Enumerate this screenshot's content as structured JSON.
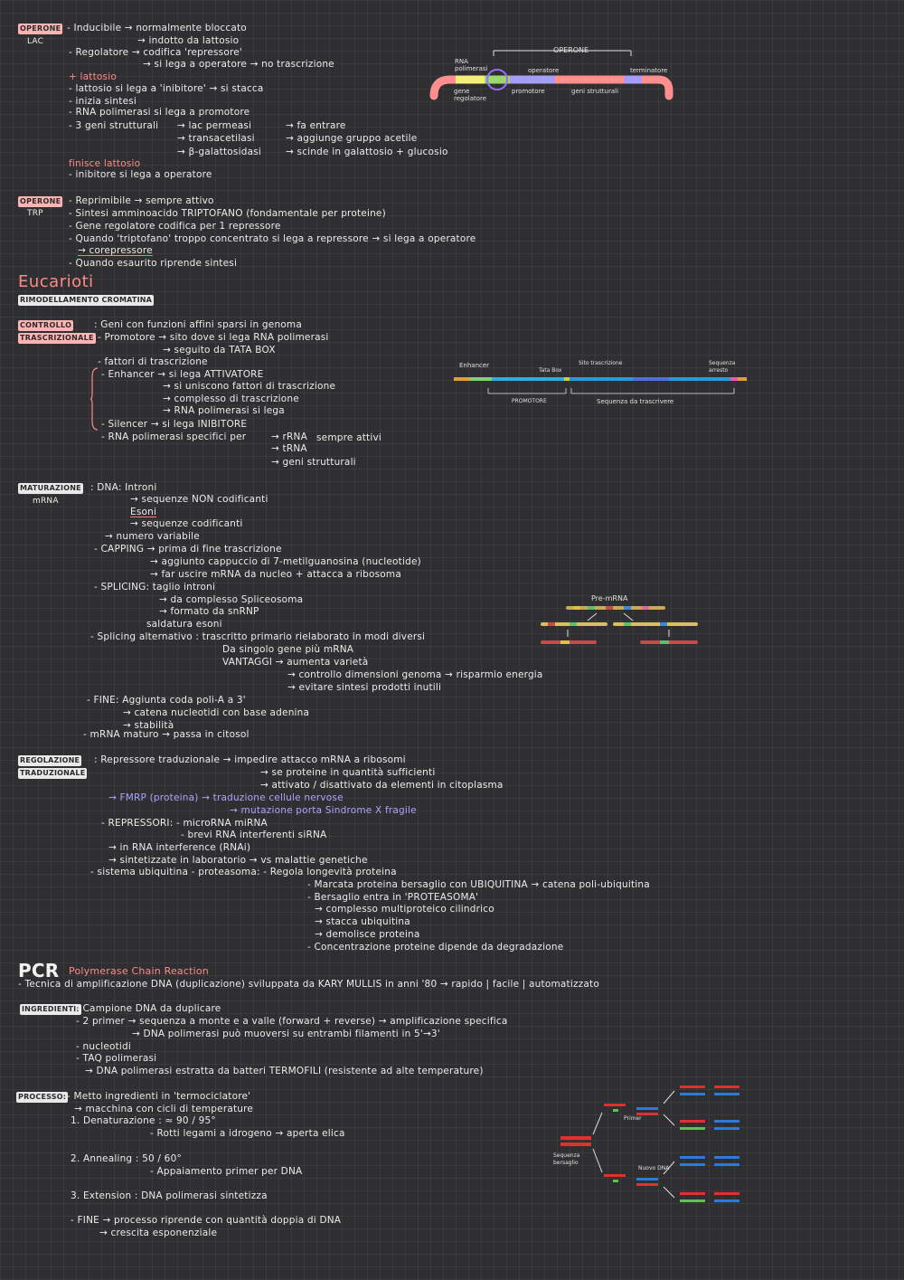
{
  "operone_lac": {
    "title": "OPERONE",
    "subtitle": "LAC",
    "l1": "- Inducibile → normalmente bloccato",
    "l2": "→ indotto da lattosio",
    "l3": "- Regolatore → codifica 'repressore'",
    "l4": "→ si lega a operatore → no trascrizione",
    "l5": "+ lattosio",
    "l6": "- lattosio si lega a 'inibitore' → si stacca",
    "l7": "- inizia sintesi",
    "l8": "- RNA polimerasi si lega a promotore",
    "l9": "- 3 geni strutturali",
    "g1": "→ lac permeasi",
    "g1b": "→ fa entrare",
    "g2": "→ transacetilasi",
    "g2b": "→ aggiunge gruppo acetile",
    "g3": "→ β-galattosidasi",
    "g3b": "→ scinde in galattosio + glucosio",
    "l10": "finisce lattosio",
    "l11": "- inibitore si lega a operatore"
  },
  "operone_diagram": {
    "title": "OPERONE",
    "rna_pol": "RNA polimerasi",
    "operatore": "operatore",
    "terminatore": "terminatore",
    "gene_reg": "gene regolatore",
    "promotore": "promotore",
    "geni_strutt": "geni strutturali"
  },
  "operone_trp": {
    "title": "OPERONE",
    "subtitle": "TRP",
    "l1": "- Reprimibile → sempre attivo",
    "l2": "- Sintesi amminoacido TRIPTOFANO (fondamentale per proteine)",
    "l3": "- Gene regolatore codifica per 1 repressore",
    "l4": "- Quando 'triptofano' troppo concentrato si lega a repressore → si lega a operatore",
    "l5": "→ corepressore",
    "l6": "- Quando esaurito riprende sintesi"
  },
  "eucarioti": {
    "title": "Eucarioti",
    "rimodellamento": "RIMODELLAMENTO CROMATINA"
  },
  "controllo": {
    "title": "CONTROLLO",
    "subtitle": "TRASCRIZIONALE",
    "l1": ": Geni con funzioni affini sparsi in genoma",
    "l2": "- Promotore → sito dove si lega RNA polimerasi",
    "l3": "→ seguito da TATA BOX",
    "l4": "- fattori di trascrizione",
    "l5": "- Enhancer → si lega ATTIVATORE",
    "l6": "→ si uniscono fattori di trascrizione",
    "l7": "→ complesso di trascrizione",
    "l8": "→ RNA polimerasi si lega",
    "l9": "- Silencer → si lega INIBITORE",
    "l10": "- RNA polimerasi specifici per",
    "r1": "→ rRNA",
    "r2": "→ tRNA",
    "r3": "→ geni strutturali",
    "sempre": "sempre attivi"
  },
  "controllo_diagram": {
    "enhancer": "Enhancer",
    "tata": "Tata Box",
    "sito": "Sito trascrizione",
    "arresto": "Sequenza arresto",
    "promotore": "PROMOTORE",
    "sequenza": "Sequenza da trascrivere"
  },
  "maturazione": {
    "title": "MATURAZIONE",
    "subtitle": "mRNA",
    "l1": ": DNA: Introni",
    "l2": "→ sequenze NON codificanti",
    "l3": "Esoni",
    "l4": "→ sequenze codificanti",
    "l5": "→ numero variabile",
    "l6": "- CAPPING → prima di fine trascrizione",
    "l7": "→ aggiunto cappuccio di 7-metilguanosina (nucleotide)",
    "l8": "→ far uscire mRNA da nucleo + attacca a ribosoma",
    "l9": "- SPLICING: taglio introni",
    "l10": "→ da complesso Spliceosoma",
    "l11": "→ formato da snRNP",
    "l12": "saldatura esoni",
    "l13": "- Splicing alternativo : trascritto primario rielaborato in modi diversi",
    "l14": "Da singolo gene più mRNA",
    "l15": "VANTAGGI → aumenta varietà",
    "l16": "→ controllo dimensioni genoma → risparmio energia",
    "l17": "→ evitare sintesi prodotti inutili",
    "l18": "- FINE: Aggiunta coda poli-A a 3'",
    "l19": "→ catena nucleotidi con base adenina",
    "l20": "→ stabilità",
    "l21": "- mRNA maturo → passa in citosol",
    "premrna": "Pre-mRNA"
  },
  "regolazione": {
    "title": "REGOLAZIONE",
    "subtitle": "TRADUZIONALE",
    "l1": ": Repressore traduzionale → impedire attacco mRNA a ribosomi",
    "l2": "→ se proteine in quantità sufficienti",
    "l3": "→ attivato / disattivato da elementi in citoplasma",
    "l4": "→ FMRP (proteina) → traduzione cellule nervose",
    "l5": "→ mutazione porta Sindrome X fragile",
    "l6": "- REPRESSORI: - microRNA miRNA",
    "l7": "- brevi RNA interferenti siRNA",
    "l8": "→ in RNA interference (RNAi)",
    "l9": "→ sintetizzate in laboratorio → vs malattie genetiche",
    "l10": "- sistema ubiquitina - proteasoma: - Regola longevità proteina",
    "l11": "- Marcata proteina bersaglio con UBIQUITINA → catena poli-ubiquitina",
    "l12": "- Bersaglio entra in 'PROTEASOMA'",
    "l13": "→ complesso multiproteico cilindrico",
    "l14": "→ stacca ubiquitina",
    "l15": "→ demolisce proteina",
    "l16": "- Concentrazione proteine dipende da degradazione"
  },
  "pcr": {
    "title": "PCR",
    "full": "Polymerase Chain Reaction",
    "l1": "- Tecnica di amplificazione DNA (duplicazione) sviluppata da KARY MULLIS in anni '80 → rapido | facile | automatizzato",
    "ingr": "INGREDIENTI:",
    "i1": "- Campione DNA da duplicare",
    "i2": "- 2 primer → sequenza a monte e a valle (forward + reverse) → amplificazione specifica",
    "i3": "→ DNA polimerasi può muoversi su entrambi filamenti in 5'→3'",
    "i4": "- nucleotidi",
    "i5": "- TAQ polimerasi",
    "i6": "→ DNA polimerasi estratta da batteri TERMOFILI (resistente ad alte temperature)",
    "proc": "PROCESSO:",
    "p1": "- Metto ingredienti in 'termociclatore'",
    "p2": "→ macchina con cicli di temperature",
    "p3": "1. Denaturazione : ≈ 90 / 95°",
    "p4": "- Rotti legami a idrogeno → aperta elica",
    "p5": "2. Annealing : 50 / 60°",
    "p6": "- Appaiamento primer per DNA",
    "p7": "3. Extension : DNA polimerasi sintetizza",
    "p8": "- FINE → processo riprende con quantità doppia di DNA",
    "p9": "→ crescita esponenziale",
    "primer": "Primer",
    "nuovo": "Nuovo DNA",
    "seq": "Sequenza bersaglio"
  }
}
